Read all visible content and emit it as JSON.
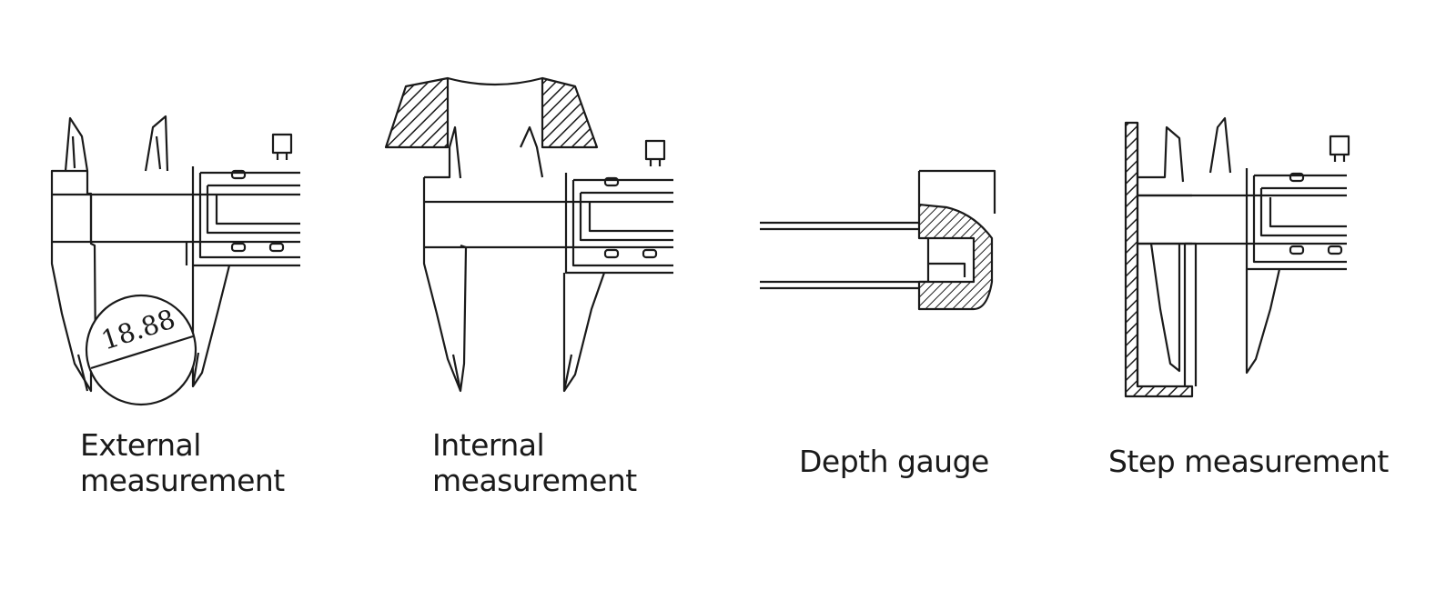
{
  "panels": {
    "external": {
      "line1": "External",
      "line2": "measurement",
      "reading": "18.88"
    },
    "internal": {
      "line1": "Internal",
      "line2": "measurement"
    },
    "depth": {
      "label": "Depth gauge"
    },
    "step": {
      "label": "Step measurement"
    }
  },
  "colors": {
    "ink": "#1a1a1a",
    "background": "#ffffff"
  }
}
